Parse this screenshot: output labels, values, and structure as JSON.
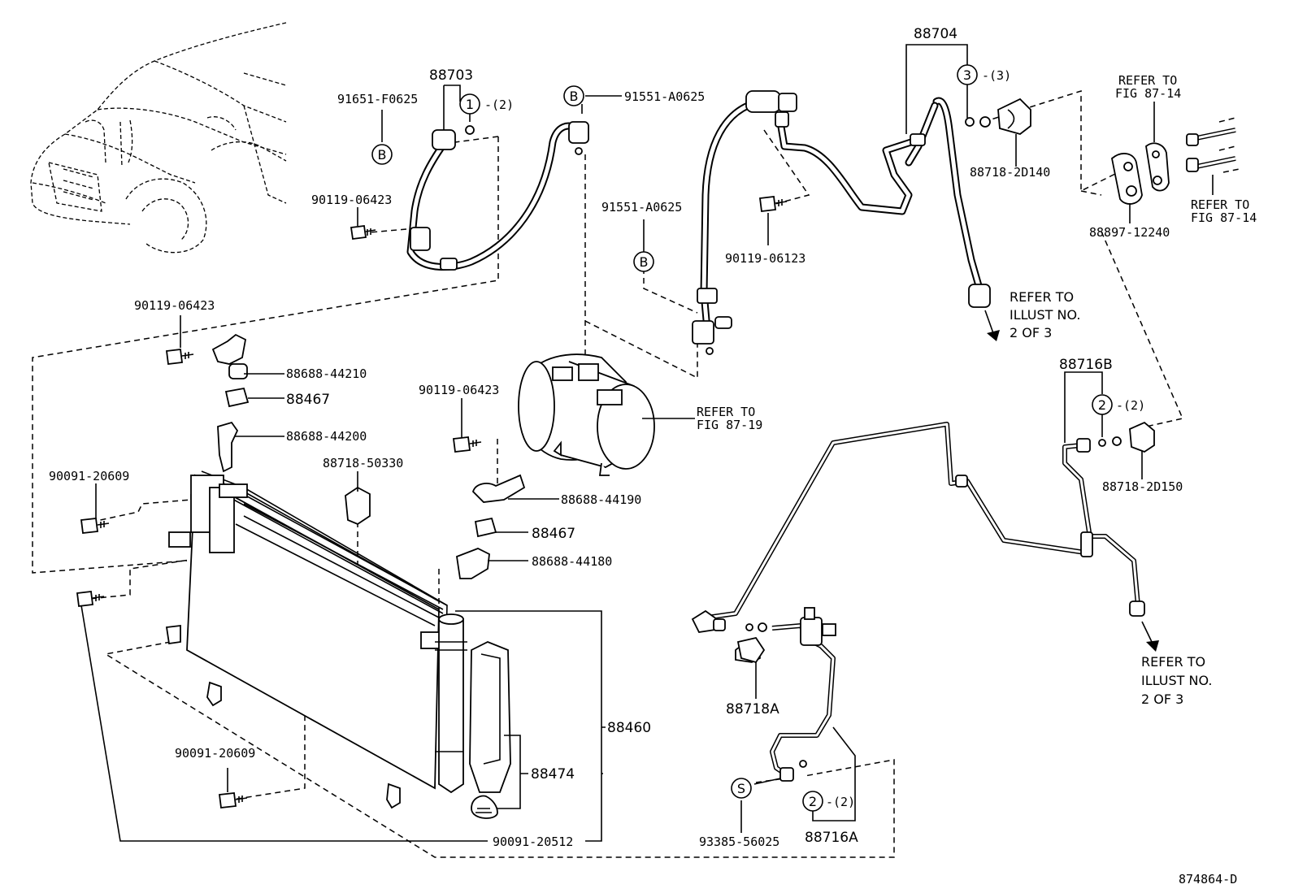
{
  "labels": {
    "p88703": "88703",
    "p91651_F0625": "91651-F0625",
    "p91551_A0625_top": "91551-A0625",
    "p90119_06423_a": "90119-06423",
    "p88704": "88704",
    "q3": "3",
    "q3_count": "-(3)",
    "q1": "1",
    "q1_count": "-(2)",
    "refer_fig_87_14_a": "REFER TO",
    "refer_fig_87_14_a2": "FIG 87-14",
    "p88718_2D140": "88718-2D140",
    "refer_fig_87_14_b": "REFER TO",
    "refer_fig_87_14_b2": "FIG 87-14",
    "p88897_12240": "88897-12240",
    "p91551_A0625_mid": "91551-A0625",
    "p90119_06123": "90119-06123",
    "refer_illust_a1": "REFER TO",
    "refer_illust_a2": "ILLUST NO.",
    "refer_illust_a3": "2 OF 3",
    "p90119_06423_b": "90119-06423",
    "p88688_44210": "88688-44210",
    "p88467_a": "88467",
    "p88688_44200": "88688-44200",
    "p90091_20609_a": "90091-20609",
    "p88718_50330": "88718-50330",
    "p90119_06423_c": "90119-06423",
    "refer_fig_87_19_a": "REFER TO",
    "refer_fig_87_19_b": "FIG 87-19",
    "p88688_44190": "88688-44190",
    "p88467_b": "88467",
    "p88688_44180": "88688-44180",
    "p88716B": "88716B",
    "q2_b": "2",
    "q2_b_count": "-(2)",
    "p88718_2D150": "88718-2D150",
    "refer_illust_b1": "REFER TO",
    "refer_illust_b2": "ILLUST NO.",
    "refer_illust_b3": "2 OF 3",
    "p88460": "88460",
    "p88474": "88474",
    "p90091_20609_b": "90091-20609",
    "p90091_20512": "90091-20512",
    "p88718A": "88718A",
    "s_mark": "S",
    "p93385_56025": "93385-56025",
    "q2_a": "2",
    "q2_a_count": "-(2)",
    "p88716A": "88716A",
    "b_mark_1": "B",
    "b_mark_2": "B",
    "b_mark_3": "B",
    "figure_id": "874864-D"
  }
}
